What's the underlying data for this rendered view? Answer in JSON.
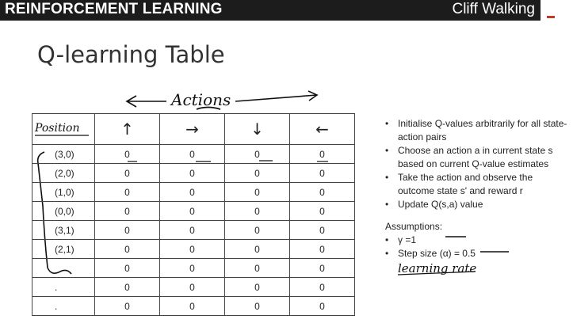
{
  "header": {
    "left_title": "REINFORCEMENT LEARNING",
    "right_title": "Cliff Walking"
  },
  "slide": {
    "title": "Q-learning Table",
    "handwritten": {
      "actions": "Actions",
      "position": "Position",
      "learning_rate": "learning rate"
    }
  },
  "table": {
    "header": {
      "col0": "Position",
      "actions": [
        "↑",
        "→",
        "↓",
        "←"
      ]
    },
    "rows": [
      {
        "state": "(3,0)",
        "values": [
          "0",
          "0",
          "0",
          "0"
        ]
      },
      {
        "state": "(2,0)",
        "values": [
          "0",
          "0",
          "0",
          "0"
        ]
      },
      {
        "state": "(1,0)",
        "values": [
          "0",
          "0",
          "0",
          "0"
        ]
      },
      {
        "state": "(0,0)",
        "values": [
          "0",
          "0",
          "0",
          "0"
        ]
      },
      {
        "state": "(3,1)",
        "values": [
          "0",
          "0",
          "0",
          "0"
        ]
      },
      {
        "state": "(2,1)",
        "values": [
          "0",
          "0",
          "0",
          "0"
        ]
      },
      {
        "state": "",
        "values": [
          "0",
          "0",
          "0",
          "0"
        ]
      },
      {
        "state": ".",
        "values": [
          "0",
          "0",
          "0",
          "0"
        ]
      },
      {
        "state": ".",
        "values": [
          "0",
          "0",
          "0",
          "0"
        ]
      }
    ]
  },
  "bullets": [
    "Initialise Q-values arbitrarily for all state-action pairs",
    "Choose an action a in current state s based on current Q-value estimates",
    "Take the action and observe the outcome state s' and reward r",
    "Update Q(s,a) value"
  ],
  "assumptions": {
    "heading": "Assumptions:",
    "items": [
      "γ =1",
      "Step size (α) = 0.5"
    ]
  }
}
